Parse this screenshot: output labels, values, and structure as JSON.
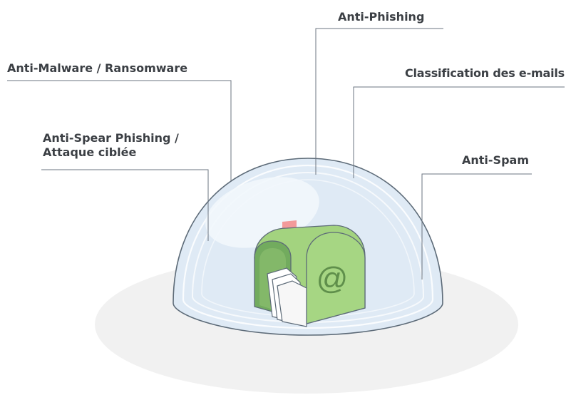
{
  "labels": {
    "anti_malware": "Anti-Malware / Ransomware",
    "anti_phishing": "Anti-Phishing",
    "classification": "Classification des e-mails",
    "spear_phishing_line1": "Anti-Spear Phishing /",
    "spear_phishing_line2": "Attaque ciblée",
    "anti_spam": "Anti-Spam"
  },
  "mailbox": {
    "symbol": "@"
  },
  "icons": [
    "mailbox-icon",
    "envelope-icon",
    "mailbox-flag-icon"
  ],
  "colors": {
    "dome_fill": "#dde9f4",
    "dome_stroke": "#5d6b78",
    "mailbox_green": "#9fd07a",
    "mailbox_dark_green": "#6fa95a",
    "flag_red": "#f08a8a",
    "shadow": "#f0f0f0",
    "leader_line": "#6b7480",
    "text": "#3b3f44"
  }
}
